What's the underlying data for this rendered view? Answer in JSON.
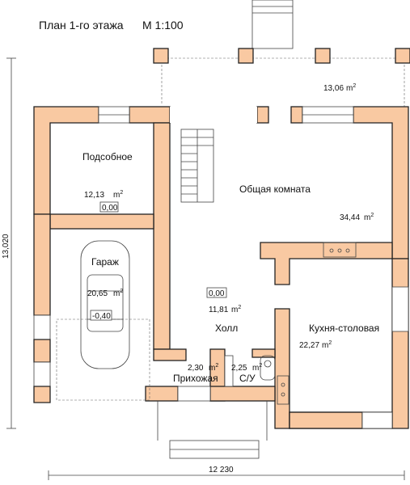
{
  "header": {
    "title": "План 1-го этажа",
    "scale": "М 1:100"
  },
  "rooms": [
    {
      "name": "Подсобное",
      "area": "12,13",
      "level": "0,00"
    },
    {
      "name": "Гараж",
      "area": "20,65",
      "level": "-0,40"
    },
    {
      "name": "Общая комната",
      "area": "34,44"
    },
    {
      "name": "Холл",
      "area": "11,81",
      "level": "0,00"
    },
    {
      "name": "Прихожая",
      "area": "2,30"
    },
    {
      "name": "С/У",
      "area": "2,25"
    },
    {
      "name": "Кухня-столовая",
      "area": "22,27"
    }
  ],
  "terrace": {
    "area": "13,06"
  },
  "unit": {
    "base": "m",
    "sup": "2"
  },
  "dimensions": {
    "width": "12 230",
    "height": "13,020"
  }
}
